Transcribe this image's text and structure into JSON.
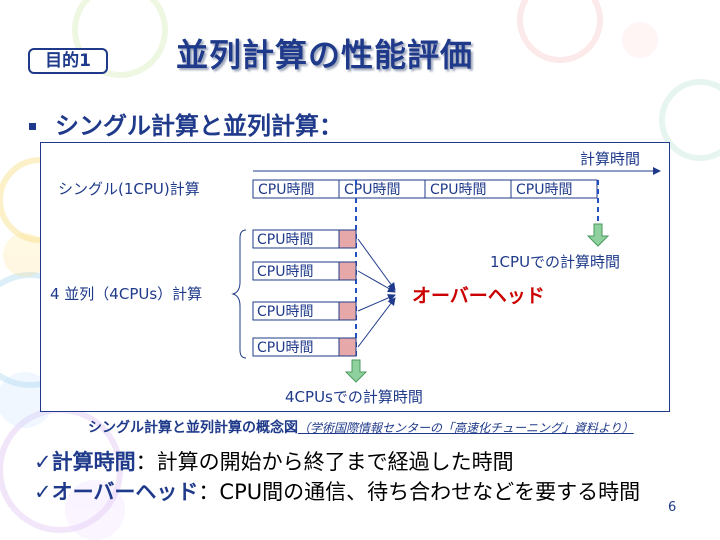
{
  "tag": "目的1",
  "title": "並列計算の性能評価",
  "subtitle": "シングル計算と並列計算：",
  "diagram": {
    "time_axis_label": "計算時間",
    "single_label": "シングル(1CPU)計算",
    "single_blocks": [
      "CPU時間",
      "CPU時間",
      "CPU時間",
      "CPU時間"
    ],
    "parallel_label": "4 並列（4CPUs）計算",
    "parallel_blocks": [
      "CPU時間",
      "CPU時間",
      "CPU時間",
      "CPU時間"
    ],
    "one_cpu_time": "1CPUでの計算時間",
    "overhead": "オーバーヘッド",
    "four_cpu_time": "4CPUsでの計算時間"
  },
  "caption": {
    "main": "シングル計算と並列計算の概念図",
    "source": "（学術国際情報センターの「高速化チューニング」資料より）"
  },
  "points": [
    {
      "check": "✓",
      "term": "計算時間",
      "desc": "：計算の開始から終了まで経過した時間"
    },
    {
      "check": "✓",
      "term": "オーバーヘッド",
      "desc": "：CPU間の通信、待ち合わせなどを要する時間"
    }
  ],
  "page_number": "6",
  "colors": {
    "navy": "#1f3a8a",
    "overhead_red": "#cc0000",
    "block_pink": "#e6a8a8",
    "arrow_green": "#8fd19e",
    "dash_blue": "#1f4fc0"
  }
}
